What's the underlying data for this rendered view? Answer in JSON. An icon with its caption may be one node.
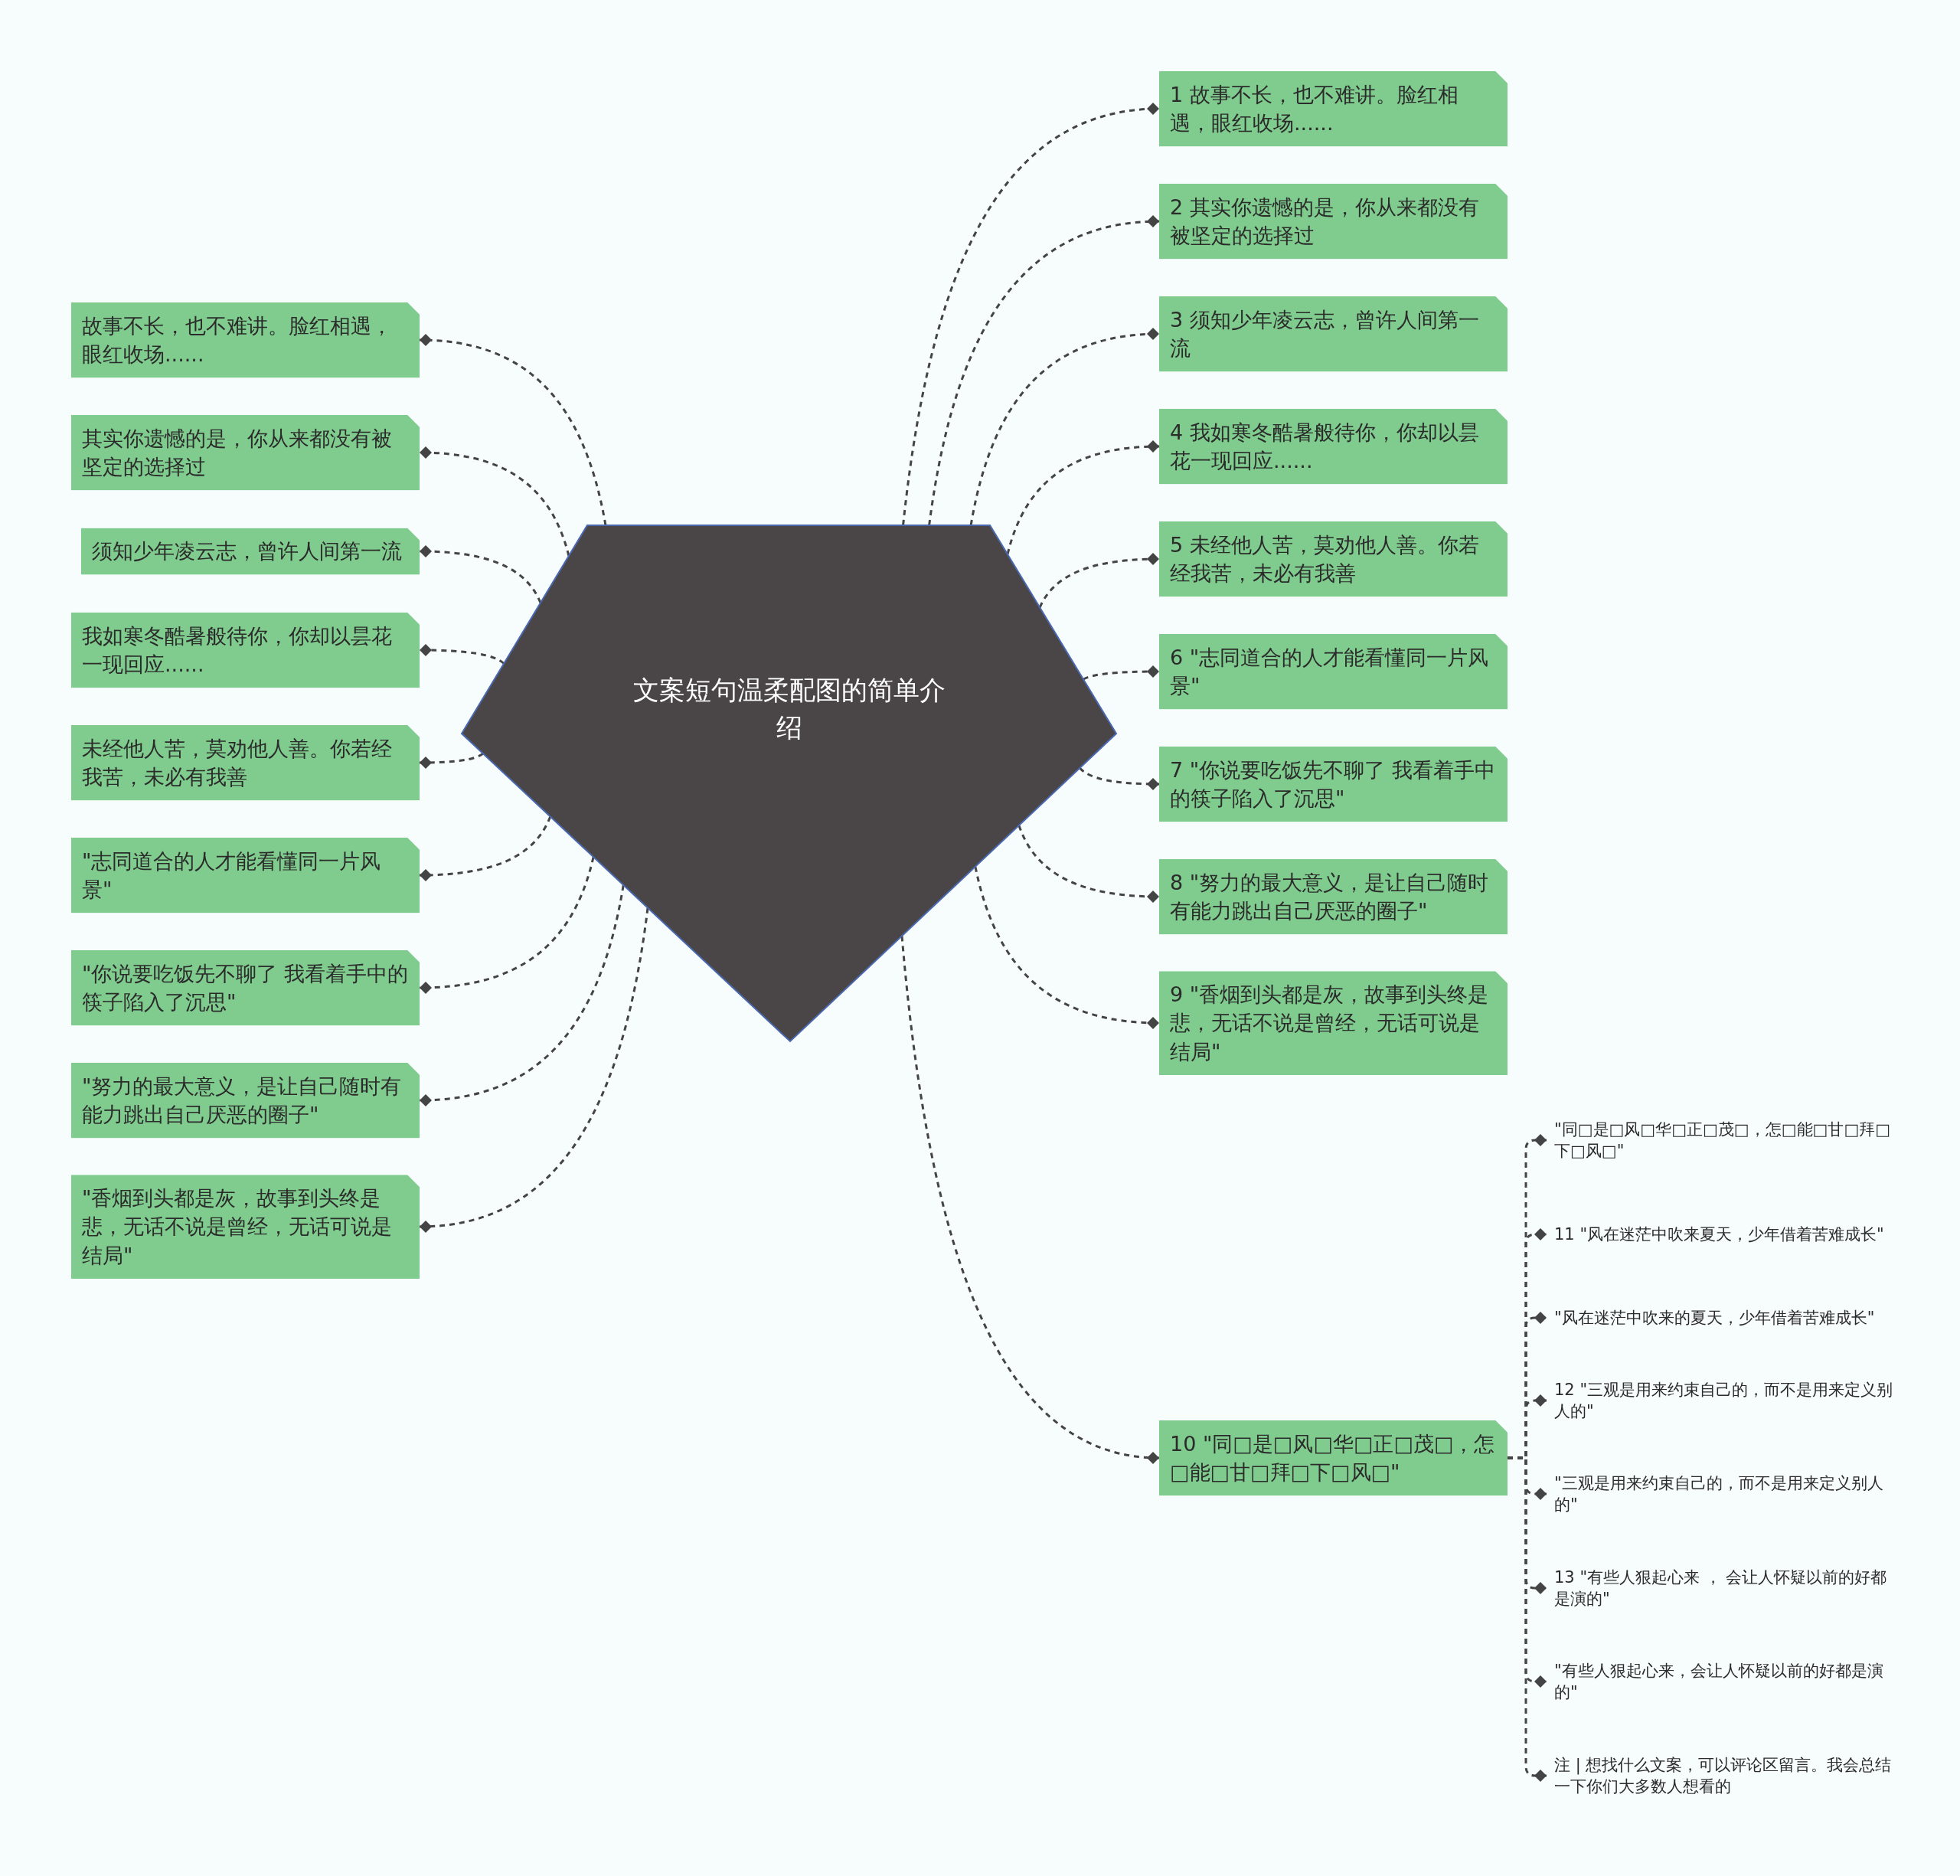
{
  "diagram": {
    "nodes": [
      {
        "text": [
          "文案短句温柔配图的简单介绍"
        ]
      },
      {
        "text": [
          "1 故事不长，也不难讲。脸红相遇，眼红收场......"
        ]
      },
      {
        "text": [
          "2 其实你遗憾的是，你从来都没有被坚定的选择过"
        ]
      },
      {
        "text": [
          "3 须知少年凌云志，曾许人间第一流"
        ]
      },
      {
        "text": [
          "4 我如寒冬酷暑般待你，你却以昙花一现回应......"
        ]
      },
      {
        "text": [
          "5 未经他人苦，莫劝他人善。你若经我苦，未必有我善"
        ]
      },
      {
        "text": [
          "6 \"志同道合的人才能看懂同一片风景\""
        ]
      },
      {
        "text": [
          "7 \"你说要吃饭先不聊了 我看着手中的筷子陷入了沉思\""
        ]
      },
      {
        "text": [
          "8 \"努力的最大意义，是让自己随时有能力跳出自己厌恶的圈子\""
        ]
      },
      {
        "text": [
          "9 \"香烟到头都是灰，故事到头终是悲，无话不说是曾经，无话可说是结局\""
        ]
      },
      {
        "text": [
          "10 \"同□是□风□华□正□茂□，怎□能□甘□拜□下□风□\""
        ]
      },
      {
        "text": [
          "\"同□是□风□华□正□茂□，怎□能□甘□拜□下□风□\""
        ]
      },
      {
        "text": [
          "11 \"风在迷茫中吹来夏天，少年借着苦难成长\""
        ]
      },
      {
        "text": [
          "\"风在迷茫中吹来的夏天，少年借着苦难成长\""
        ]
      },
      {
        "text": [
          "12 \"三观是用来约束自己的，而不是用来定义别人的\""
        ]
      },
      {
        "text": [
          "\"三观是用来约束自己的，而不是用来定义别人的\""
        ]
      },
      {
        "text": [
          "13 \"有些人狠起心来 ， 会让人怀疑以前的好都是演的\""
        ]
      },
      {
        "text": [
          "\"有些人狠起心来，会让人怀疑以前的好都是演的\""
        ]
      },
      {
        "text": [
          "注 | 想找什么文案，可以评论区留言。我会总结一下你们大多数人想看的"
        ]
      },
      {
        "text": [
          "故事不长，也不难讲。脸红相遇，眼红收场......"
        ]
      },
      {
        "text": [
          "其实你遗憾的是，你从来都没有被坚定的选择过"
        ]
      },
      {
        "text": [
          "须知少年凌云志，曾许人间第一流"
        ]
      },
      {
        "text": [
          "我如寒冬酷暑般待你，你却以昙花一现回应......"
        ]
      },
      {
        "text": [
          "未经他人苦，莫劝他人善。你若经我苦，未必有我善"
        ]
      },
      {
        "text": [
          "\"志同道合的人才能看懂同一片风景\""
        ]
      },
      {
        "text": [
          "\"你说要吃饭先不聊了 我看着手中的筷子陷入了沉思\""
        ]
      },
      {
        "text": [
          "\"努力的最大意义，是让自己随时有能力跳出自己厌恶的圈子\""
        ]
      },
      {
        "text": [
          "\"香烟到头都是灰，故事到头终是悲，无话不说是曾经，无话可说是结局\""
        ]
      }
    ],
    "edges": [
      {
        "from": 0,
        "to": 1,
        "arrow": "other"
      },
      {
        "from": 0,
        "to": 2,
        "arrow": "other"
      },
      {
        "from": 0,
        "to": 3,
        "arrow": "other"
      },
      {
        "from": 0,
        "to": 4,
        "arrow": "other"
      },
      {
        "from": 0,
        "to": 5,
        "arrow": "other"
      },
      {
        "from": 0,
        "to": 6,
        "arrow": "other"
      },
      {
        "from": 0,
        "to": 7,
        "arrow": "other"
      },
      {
        "from": 0,
        "to": 8,
        "arrow": "other"
      },
      {
        "from": 0,
        "to": 9,
        "arrow": "other"
      },
      {
        "from": 0,
        "to": 10,
        "arrow": "other"
      },
      {
        "from": 10,
        "to": 11,
        "arrow": "other"
      },
      {
        "from": 10,
        "to": 12,
        "arrow": "other"
      },
      {
        "from": 10,
        "to": 13,
        "arrow": "other"
      },
      {
        "from": 10,
        "to": 14,
        "arrow": "other"
      },
      {
        "from": 10,
        "to": 15,
        "arrow": "other"
      },
      {
        "from": 10,
        "to": 16,
        "arrow": "other"
      },
      {
        "from": 10,
        "to": 17,
        "arrow": "other"
      },
      {
        "from": 10,
        "to": 18,
        "arrow": "other"
      },
      {
        "from": 0,
        "to": 19,
        "arrow": "other"
      },
      {
        "from": 0,
        "to": 20,
        "arrow": "other"
      },
      {
        "from": 0,
        "to": 21,
        "arrow": "other"
      },
      {
        "from": 0,
        "to": 22,
        "arrow": "other"
      },
      {
        "from": 0,
        "to": 23,
        "arrow": "other"
      },
      {
        "from": 0,
        "to": 24,
        "arrow": "other"
      },
      {
        "from": 0,
        "to": 25,
        "arrow": "other"
      },
      {
        "from": 0,
        "to": 26,
        "arrow": "other"
      },
      {
        "from": 0,
        "to": 27,
        "arrow": "other"
      }
    ]
  }
}
